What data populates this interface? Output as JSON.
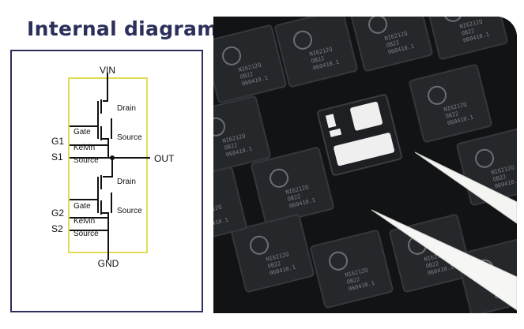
{
  "colors": {
    "title": "#2b2f5a",
    "frame": "#2b2f5a",
    "package_outline": "#e2db58",
    "wire": "#111111",
    "chip": "#25282b",
    "tray": "#121315"
  },
  "title": "Internal diagram",
  "schematic": {
    "vin": "VIN",
    "gnd": "GND",
    "out": "OUT",
    "upper": {
      "pin_gate": "G1",
      "pin_source": "S1",
      "gate": "Gate",
      "kelvin": "Kelvin",
      "source": "Source",
      "drain": "Drain",
      "source_right": "Source"
    },
    "lower": {
      "pin_gate": "G2",
      "pin_source": "S2",
      "gate": "Gate",
      "kelvin": "Kelvin",
      "source": "Source",
      "drain": "Drain",
      "source_right": "Source"
    }
  },
  "photo": {
    "chip_marking": [
      "NI6212Q",
      "OB22",
      "060410.1"
    ],
    "icon": "nexperia-style-logo-icon"
  }
}
